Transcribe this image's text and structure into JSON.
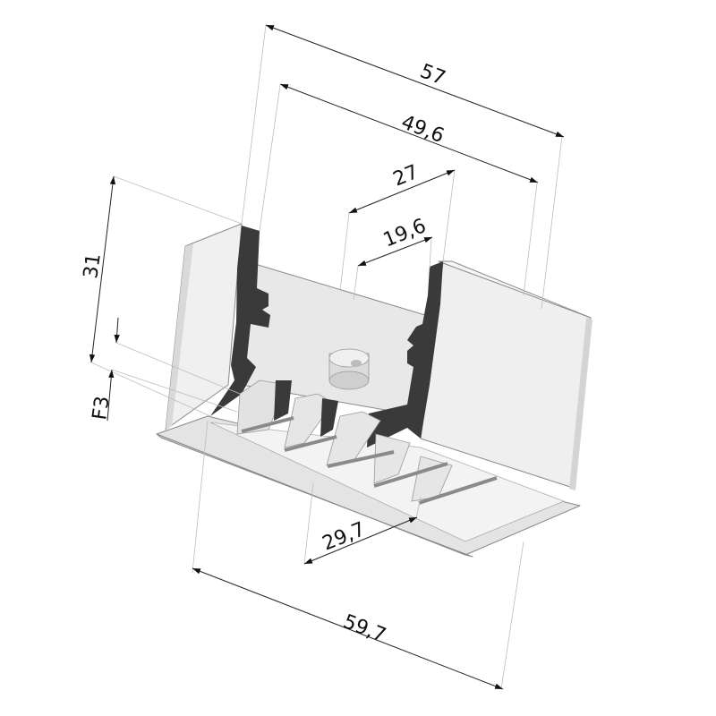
{
  "dimensions": {
    "width_top": "57",
    "inner_width": "49,6",
    "slot_width": "27",
    "slot_inner": "19,6",
    "height": "31",
    "f3": "F3",
    "bottom_inner": "29,7",
    "bottom_width": "59,7"
  },
  "colors": {
    "body_light": "#f2f2f2",
    "body_mid": "#e6e6e6",
    "body_shade": "#d6d6d6",
    "section_dark": "#3a3a3a",
    "line_dark": "#222222"
  }
}
